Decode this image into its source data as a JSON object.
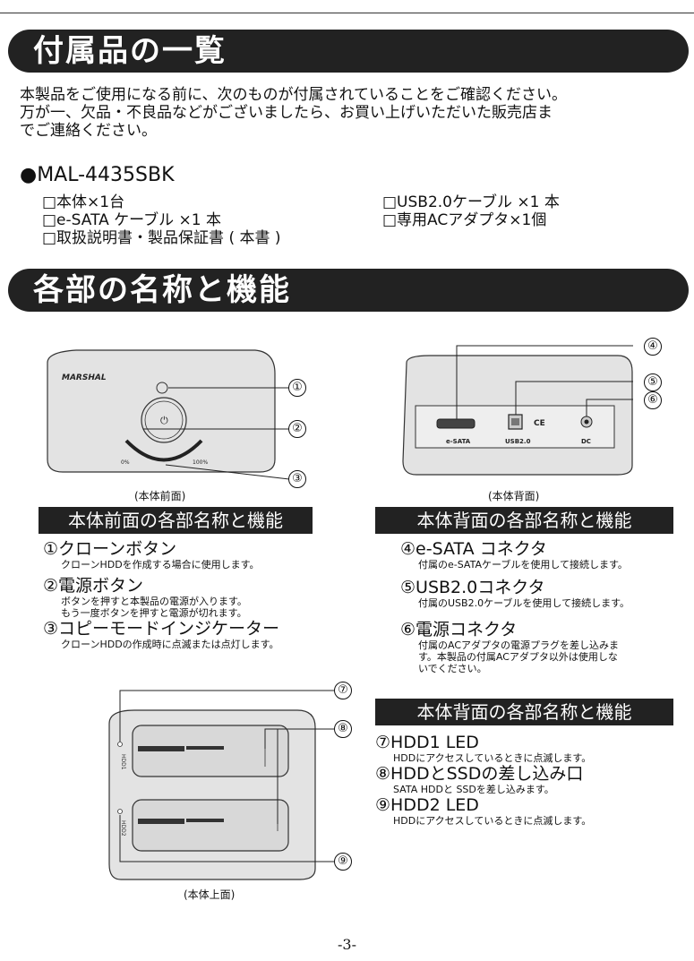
{
  "section1": {
    "title": "付属品の一覧",
    "intro": [
      "本製品をご使用になる前に、次のものが付属されていることをご確認ください。",
      "万が一、欠品・不良品などがございましたら、お買い上げいただいた販売店ま",
      "でご連絡ください。"
    ],
    "model": "●MAL-4435SBK",
    "items_left": [
      "□本体×1台",
      "□e-SATA ケーブル ×1 本",
      "□取扱説明書・製品保証書 ( 本書 )"
    ],
    "items_right": [
      "□USB2.0ケーブル ×1 本",
      "□専用ACアダプタ×1個"
    ]
  },
  "section2": {
    "title": "各部の名称と機能"
  },
  "front": {
    "brand": "MARSHAL",
    "scale_min": "0%",
    "scale_max": "100%",
    "caption": "(本体前面)",
    "callouts": [
      "①",
      "②",
      "③"
    ]
  },
  "back": {
    "port_labels": [
      "e-SATA",
      "USB2.0",
      "DC"
    ],
    "marks": "CE",
    "caption": "(本体背面)",
    "callouts": [
      "④",
      "⑤",
      "⑥"
    ]
  },
  "top": {
    "led1": "HDD1",
    "led2": "HDD2",
    "caption": "(本体上面)",
    "callouts": [
      "⑦",
      "⑧",
      "⑨"
    ]
  },
  "front_functions": {
    "heading": "本体前面の各部名称と機能",
    "items": [
      {
        "title": "①クローンボタン",
        "desc": [
          "クローンHDDを作成する場合に使用します。"
        ]
      },
      {
        "title": "②電源ボタン",
        "desc": [
          "ボタンを押すと本製品の電源が入ります。",
          "もう一度ボタンを押すと電源が切れます。"
        ]
      },
      {
        "title": "③コピーモードインジケーター",
        "desc": [
          "クローンHDDの作成時に点滅または点灯します。"
        ]
      }
    ]
  },
  "back_functions": {
    "heading": "本体背面の各部名称と機能",
    "items": [
      {
        "title": "④e-SATA コネクタ",
        "desc": [
          "付属のe-SATAケーブルを使用して接続します。"
        ]
      },
      {
        "title": "⑤USB2.0コネクタ",
        "desc": [
          "付属のUSB2.0ケーブルを使用して接続します。"
        ]
      },
      {
        "title": "⑥電源コネクタ",
        "desc": [
          "付属のACアダプタの電源プラグを差し込みま",
          "す。本製品の付属ACアダプタ以外は使用しな",
          "いでください。"
        ]
      }
    ]
  },
  "top_functions": {
    "heading": "本体背面の各部名称と機能",
    "items": [
      {
        "title": "⑦HDD1 LED",
        "desc": [
          "HDDにアクセスしているときに点滅します。"
        ]
      },
      {
        "title": "⑧HDDとSSDの差し込み口",
        "desc": [
          "SATA HDDと SSDを差し込みます。"
        ]
      },
      {
        "title": "⑨HDD2 LED",
        "desc": [
          "HDDにアクセスしているときに点滅します。"
        ]
      }
    ]
  },
  "page_number": "-3-"
}
